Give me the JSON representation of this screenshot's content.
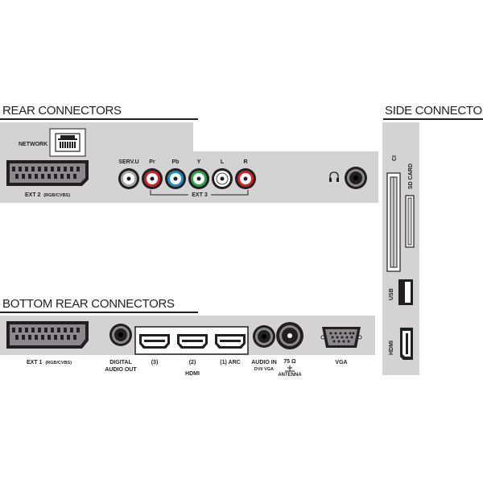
{
  "headings": {
    "rear": "REAR CONNECTORS",
    "side": "SIDE CONNECTORS",
    "bottom": "BOTTOM REAR CONNECTORS"
  },
  "rear": {
    "network": "NETWORK",
    "ext2": "EXT 2",
    "ext2_sub": "(RGB/CVBS)",
    "serv_u": "SERV.U",
    "pr": "Pr",
    "pb": "Pb",
    "y": "Y",
    "l": "L",
    "r": "R",
    "ext3": "EXT 3",
    "headphone_icon": "headphone-icon"
  },
  "side": {
    "ci": "CI",
    "sd_card": "SD CARD",
    "usb": "USB",
    "hdmi": "HDMI"
  },
  "bottom": {
    "ext1": "EXT 1",
    "ext1_sub": "(RGB/CVBS)",
    "digital_audio_1": "DIGITAL",
    "digital_audio_2": "AUDIO OUT",
    "hdmi3": "(3)",
    "hdmi2": "(2)",
    "hdmi1": "(1) ARC",
    "hdmi": "HDMI",
    "audio_in_1": "AUDIO IN",
    "audio_in_2": "DVI/ VGA",
    "antenna_value": "75 Ω",
    "antenna_label": "ANTENNA",
    "vga": "VGA"
  },
  "colors": {
    "panel": "#d3d3d4",
    "red": "#d2232a",
    "blue": "#1f8fbf",
    "green": "#2aa34a",
    "white": "#ffffff"
  }
}
